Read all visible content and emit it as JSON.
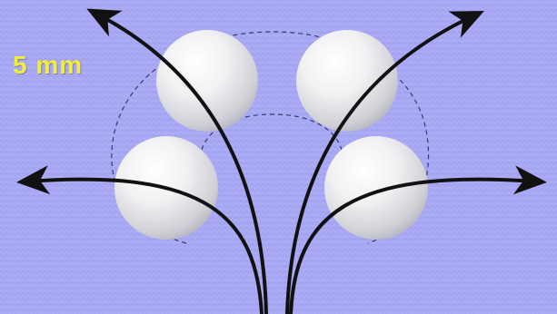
{
  "scale_label": "5 mm",
  "colors": {
    "background": "#a6a6f3",
    "label": "#f2ee3a",
    "arrow": "#111111",
    "outline_dashed": "#3a3a6a",
    "sphere_light": "#ffffff",
    "sphere_dark": "#bdbdc4"
  },
  "elements": {
    "spheres": 4,
    "arrows": 4,
    "dashed_outlines": 2
  }
}
